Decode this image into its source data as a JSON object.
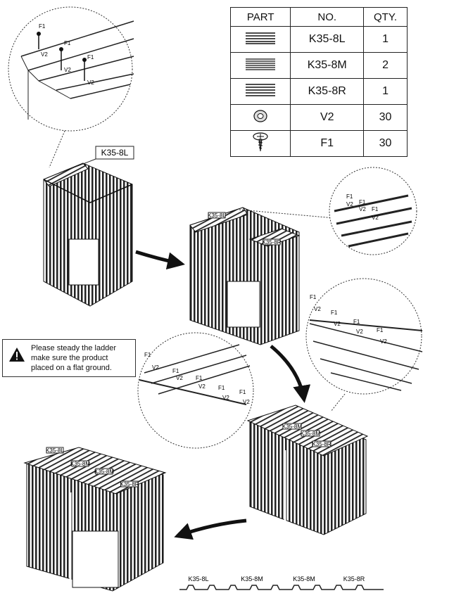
{
  "table": {
    "headers": {
      "part": "PART",
      "no": "NO.",
      "qty": "QTY."
    },
    "rows": [
      {
        "no": "K35-8L",
        "qty": "1",
        "icon": "panel-icon"
      },
      {
        "no": "K35-8M",
        "qty": "2",
        "icon": "panel-icon"
      },
      {
        "no": "K35-8R",
        "qty": "1",
        "icon": "panel-icon"
      },
      {
        "no": "V2",
        "qty": "30",
        "icon": "washer-icon"
      },
      {
        "no": "F1",
        "qty": "30",
        "icon": "screw-icon"
      }
    ]
  },
  "callout_label": "K35-8L",
  "hardware": {
    "f1": "F1",
    "v2": "V2"
  },
  "roof_labels": {
    "left": "K35-8L",
    "mid": "K35-8M",
    "right": "K35-8R"
  },
  "warning": "Please steady the ladder make sure the product placed on a flat ground.",
  "profile_labels": [
    "K35-8L",
    "K35-8M",
    "K35-8M",
    "K35-8R"
  ]
}
